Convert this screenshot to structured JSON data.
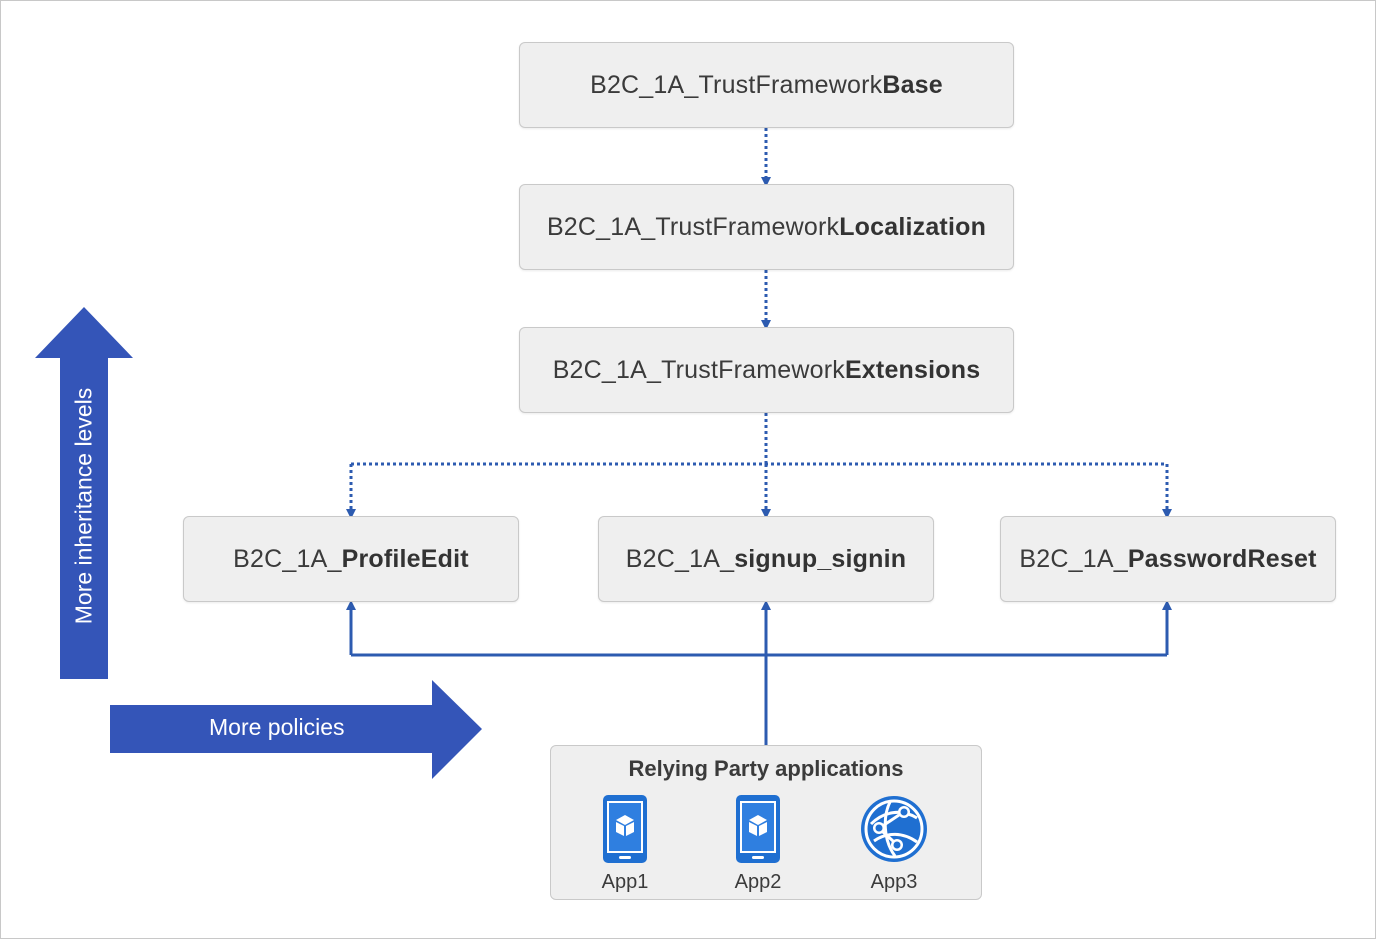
{
  "policies": {
    "base": {
      "prefix": "B2C_1A_TrustFramework",
      "emphasis": "Base"
    },
    "localization": {
      "prefix": "B2C_1A_TrustFramework",
      "emphasis": "Localization"
    },
    "extensions": {
      "prefix": "B2C_1A_TrustFramework",
      "emphasis": "Extensions"
    },
    "profileedit": {
      "prefix": "B2C_1A_",
      "emphasis": "ProfileEdit"
    },
    "signup": {
      "prefix": "B2C_1A_",
      "emphasis": "signup_signin"
    },
    "passwordreset": {
      "prefix": "B2C_1A_",
      "emphasis": "PasswordReset"
    }
  },
  "relying_party": {
    "title": "Relying Party applications",
    "apps": [
      {
        "label": "App1",
        "icon": "mobile-app-icon"
      },
      {
        "label": "App2",
        "icon": "mobile-app-icon"
      },
      {
        "label": "App3",
        "icon": "web-app-globe-icon"
      }
    ]
  },
  "arrows": {
    "inheritance_label": "More inheritance levels",
    "policies_label": "More policies"
  },
  "colors": {
    "arrow_fill": "#3455b8",
    "connector": "#2d5bb0",
    "icon_blue": "#1f6fd1",
    "box_fill": "#efefef",
    "box_border": "#c9c9c9",
    "text": "#3b3b3b"
  }
}
